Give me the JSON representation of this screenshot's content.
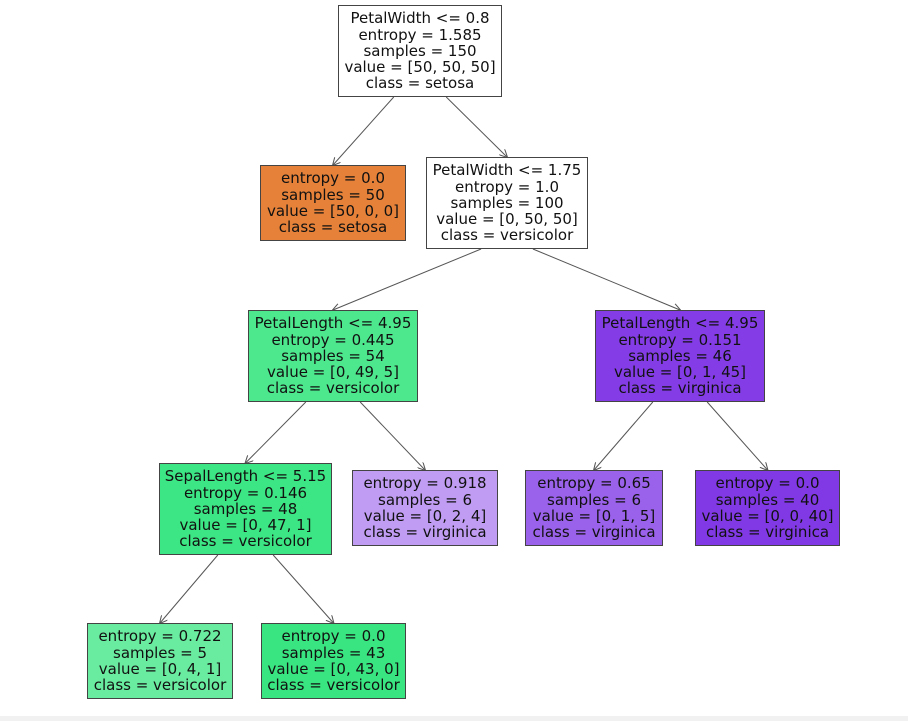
{
  "tree": {
    "nodes": [
      {
        "id": "root",
        "lines": [
          "PetalWidth <= 0.8",
          "entropy = 1.585",
          "samples = 150",
          "value = [50, 50, 50]",
          "class = setosa"
        ],
        "fill": "#ffffff"
      },
      {
        "id": "n1",
        "lines": [
          "entropy = 0.0",
          "samples = 50",
          "value = [50, 0, 0]",
          "class = setosa"
        ],
        "fill": "#e58139"
      },
      {
        "id": "n2",
        "lines": [
          "PetalWidth <= 1.75",
          "entropy = 1.0",
          "samples = 100",
          "value = [0, 50, 50]",
          "class = versicolor"
        ],
        "fill": "#ffffff"
      },
      {
        "id": "n3",
        "lines": [
          "PetalLength <= 4.95",
          "entropy = 0.445",
          "samples = 54",
          "value = [0, 49, 5]",
          "class = versicolor"
        ],
        "fill": "#4de88e"
      },
      {
        "id": "n4",
        "lines": [
          "PetalLength <= 4.95",
          "entropy = 0.151",
          "samples = 46",
          "value = [0, 1, 45]",
          "class = virginica"
        ],
        "fill": "#843de6"
      },
      {
        "id": "n5",
        "lines": [
          "SepalLength <= 5.15",
          "entropy = 0.146",
          "samples = 48",
          "value = [0, 47, 1]",
          "class = versicolor"
        ],
        "fill": "#3de684"
      },
      {
        "id": "n6",
        "lines": [
          "entropy = 0.918",
          "samples = 6",
          "value = [0, 2, 4]",
          "class = virginica"
        ],
        "fill": "#c09cf2"
      },
      {
        "id": "n7",
        "lines": [
          "entropy = 0.65",
          "samples = 6",
          "value = [0, 1, 5]",
          "class = virginica"
        ],
        "fill": "#9a61ea"
      },
      {
        "id": "n8",
        "lines": [
          "entropy = 0.0",
          "samples = 40",
          "value = [0, 0, 40]",
          "class = virginica"
        ],
        "fill": "#8139e5"
      },
      {
        "id": "n9",
        "lines": [
          "entropy = 0.722",
          "samples = 5",
          "value = [0, 4, 1]",
          "class = versicolor"
        ],
        "fill": "#6aeca0"
      },
      {
        "id": "n10",
        "lines": [
          "entropy = 0.0",
          "samples = 43",
          "value = [0, 43, 0]",
          "class = versicolor"
        ],
        "fill": "#39e581"
      }
    ],
    "edges": [
      {
        "from": "root",
        "to": "n1"
      },
      {
        "from": "root",
        "to": "n2"
      },
      {
        "from": "n2",
        "to": "n3"
      },
      {
        "from": "n2",
        "to": "n4"
      },
      {
        "from": "n3",
        "to": "n5"
      },
      {
        "from": "n3",
        "to": "n6"
      },
      {
        "from": "n4",
        "to": "n7"
      },
      {
        "from": "n4",
        "to": "n8"
      },
      {
        "from": "n5",
        "to": "n9"
      },
      {
        "from": "n5",
        "to": "n10"
      }
    ]
  }
}
